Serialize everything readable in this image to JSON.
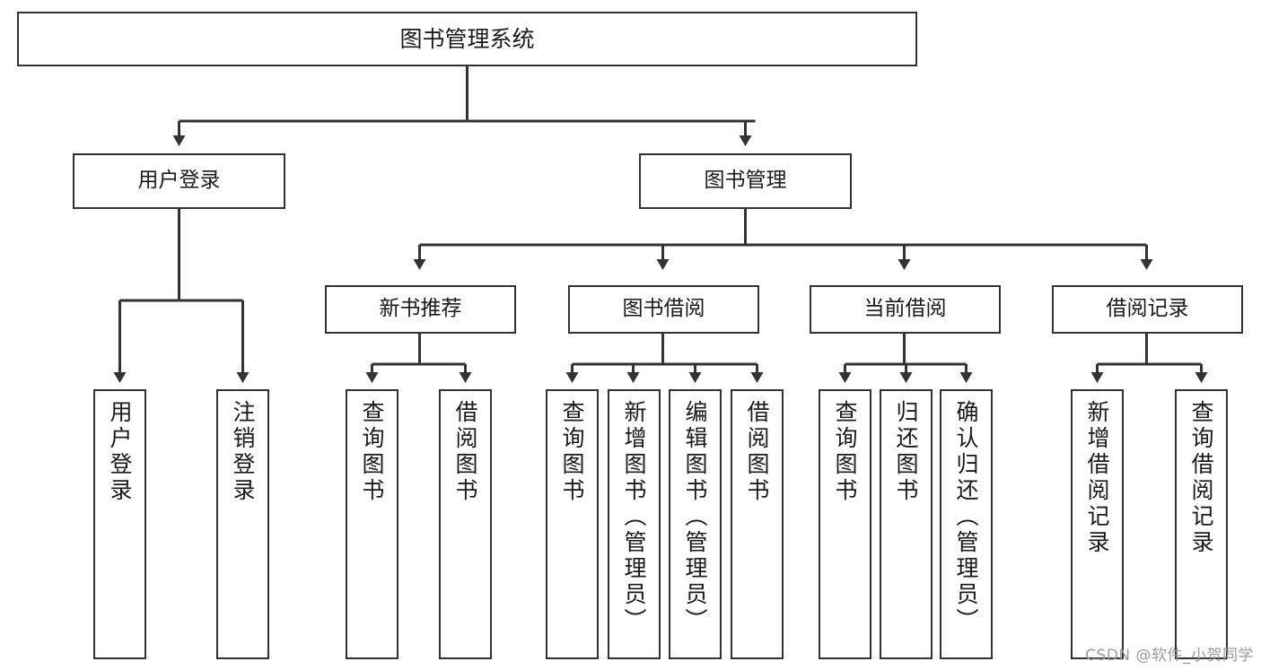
{
  "diagram": {
    "type": "tree",
    "title": "图书管理系统",
    "orientation": "top-down",
    "colors": {
      "box_border": "#333333",
      "box_fill": "#ffffff",
      "connector": "#333333",
      "text": "#1a1a1a",
      "watermark": "#9b9b9b",
      "background": "#ffffff"
    },
    "root": {
      "label": "图书管理系统"
    },
    "level2": [
      {
        "label": "用户登录"
      },
      {
        "label": "图书管理"
      }
    ],
    "level3": [
      {
        "label": "新书推荐"
      },
      {
        "label": "图书借阅"
      },
      {
        "label": "当前借阅"
      },
      {
        "label": "借阅记录"
      }
    ],
    "leaves": {
      "user_login": [
        {
          "label": "用户登录"
        },
        {
          "label": "注销登录"
        }
      ],
      "new_book": [
        {
          "label": "查询图书"
        },
        {
          "label": "借阅图书"
        }
      ],
      "book_borrow": [
        {
          "label": "查询图书"
        },
        {
          "label": "新增图书（管理员）"
        },
        {
          "label": "编辑图书（管理员）"
        },
        {
          "label": "借阅图书"
        }
      ],
      "current_borrow": [
        {
          "label": "查询图书"
        },
        {
          "label": "归还图书"
        },
        {
          "label": "确认归还（管理员）"
        }
      ],
      "borrow_record": [
        {
          "label": "新增借阅记录"
        },
        {
          "label": "查询借阅记录"
        }
      ]
    }
  },
  "watermark": {
    "text": "CSDN @软件_小贺同学"
  }
}
